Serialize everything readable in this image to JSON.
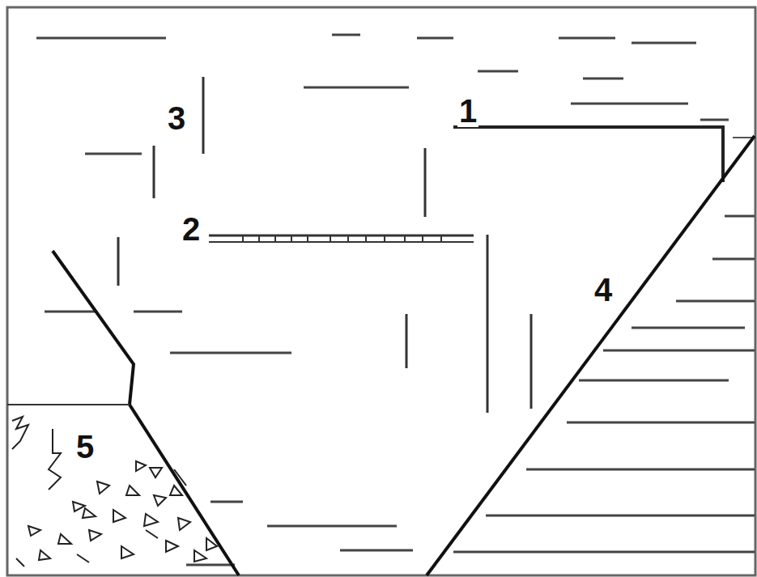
{
  "diagram": {
    "labels": [
      "1",
      "3",
      "2",
      "4",
      "5"
    ]
  }
}
